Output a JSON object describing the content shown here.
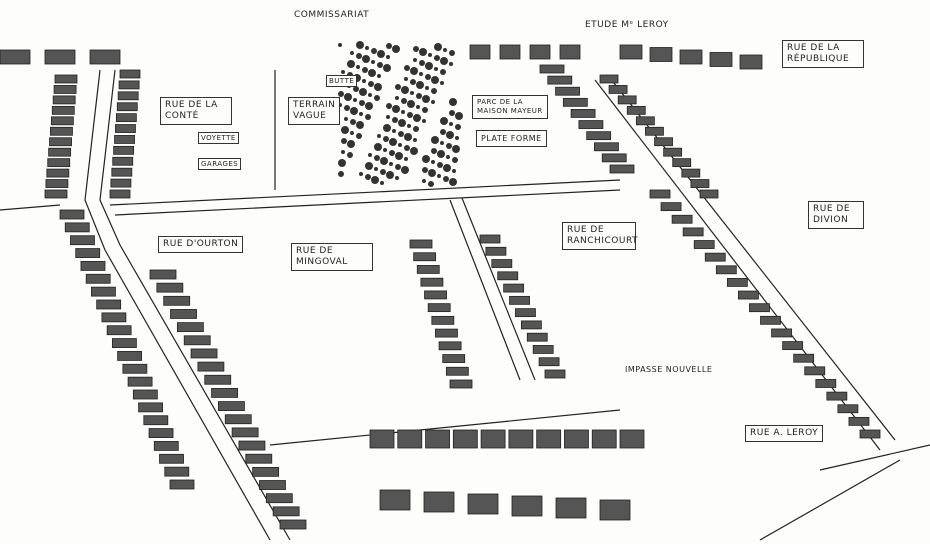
{
  "map": {
    "labels": {
      "commissariat": "Commissariat",
      "etude_leroy": "Etude Mᵉ Leroy",
      "rue_republique": "Rue de la République",
      "rue_conte": "Rue de la Conté",
      "butte": "Butte",
      "terrain_vague": "Terrain vague",
      "voyette": "Voyette",
      "parc_maison_mayeur": "Parc de la maison Mayeur",
      "plate_forme": "Plate forme",
      "garages": "Garages",
      "rue_ourton": "Rue d'Ourton",
      "rue_mingoval": "Rue de Mingoval",
      "rue_ranchicourt": "Rue de Ranchicourt",
      "rue_divion": "Rue de Divion",
      "impasse_nouvelle": "Impasse nouvelle",
      "rue_a_leroy": "Rue A. Leroy"
    },
    "colors": {
      "ink": "#222222",
      "paper": "#fdfdfb"
    }
  }
}
